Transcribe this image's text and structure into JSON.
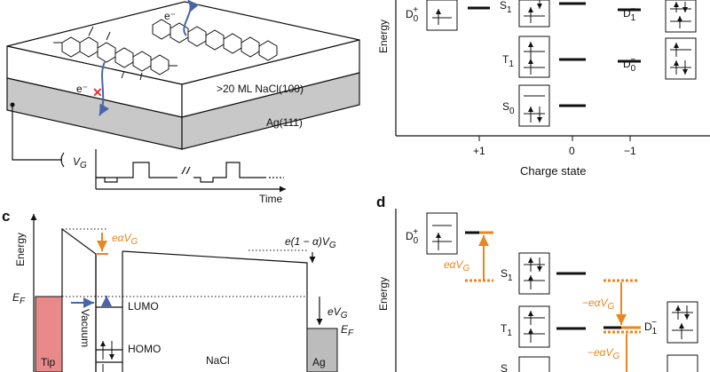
{
  "colors": {
    "orange": "#e8861f",
    "blue": "#4a64a8",
    "red": "#e03030",
    "tip_fill": "#e98a8a",
    "ag_fill": "#bcbcbc",
    "slab_gray": "#c8c8c8"
  },
  "panel_a": {
    "electron_top": "e⁻",
    "electron_mid": "e⁻",
    "nacl_label": ">20 ML NaCl(100)",
    "ag_label": "Ag(111)",
    "vg_label": "V",
    "vg_sub": "G",
    "time_label": "Time"
  },
  "panel_b": {
    "y_label": "Energy",
    "x_label": "Charge state",
    "ticks": [
      "+1",
      "0",
      "−1"
    ],
    "states": {
      "d0p": "D",
      "s1": "S",
      "d1m": "D",
      "t1": "T",
      "d0m": "D",
      "s0": "S"
    },
    "subs": {
      "d0p_sub": "0",
      "d0p_sup": "+",
      "s1_sub": "1",
      "d1m_sub": "1",
      "d1m_sup": "−",
      "t1_sub": "1",
      "d0m_sub": "0",
      "d0m_sup": "−",
      "s0_sub": "0"
    }
  },
  "panel_c": {
    "letter": "c",
    "y_label": "Energy",
    "ef_left": "E",
    "ef_sub": "F",
    "ea_vg": "eαV",
    "ea_vg_sub": "G",
    "e1a_vg": "e(1 − α)V",
    "e1a_vg_sub": "G",
    "evg": "eV",
    "evg_sub": "G",
    "ef_right": "E",
    "ef_right_sub": "F",
    "lumo": "LUMO",
    "homo": "HOMO",
    "tip": "Tip",
    "vacuum": "Vacuum",
    "nacl": "NaCl",
    "ag": "Ag"
  },
  "panel_d": {
    "letter": "d",
    "y_label": "Energy",
    "d0p": "D",
    "d0p_sub": "0",
    "d0p_sup": "+",
    "s1": "S",
    "s1_sub": "1",
    "t1": "T",
    "t1_sub": "1",
    "d1m": "D",
    "d1m_sub": "1",
    "d1m_sup": "−",
    "s_partial": "S",
    "ea_vg": "eαV",
    "ea_vg_sub": "G",
    "neg_ea_vg_1": "−eαV",
    "neg_ea_vg_1_sub": "G",
    "neg_ea_vg_2": "−eαV",
    "neg_ea_vg_2_sub": "G"
  }
}
